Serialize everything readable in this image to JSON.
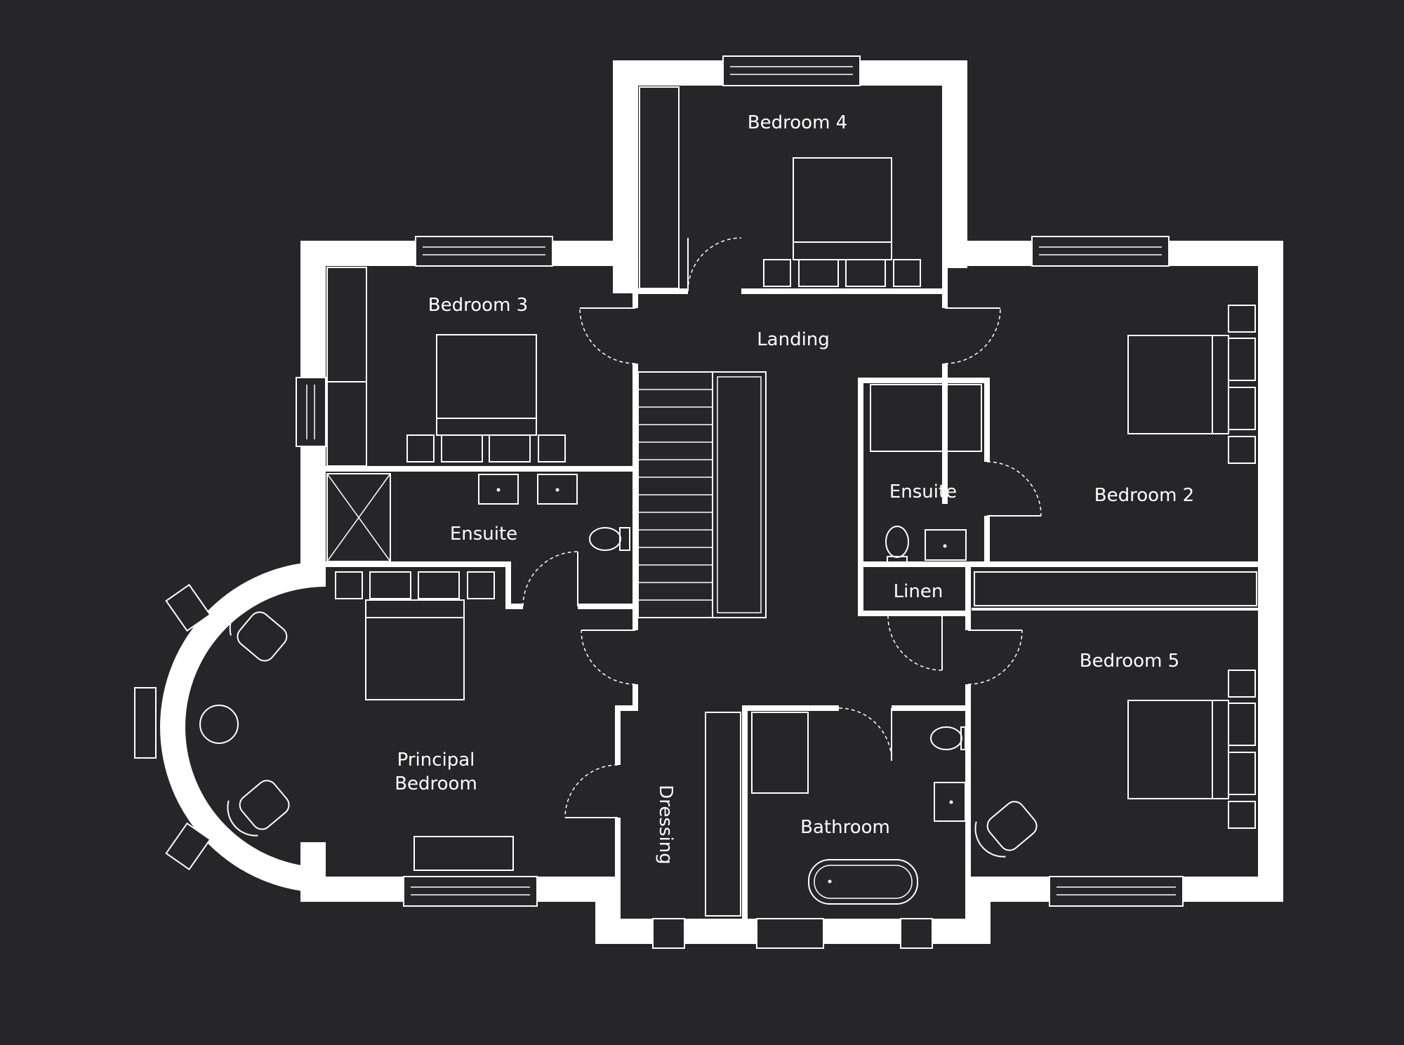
{
  "colors": {
    "background": "#262527",
    "ink": "#ffffff"
  },
  "rooms": {
    "bedroom4": "Bedroom 4",
    "bedroom3": "Bedroom 3",
    "landing": "Landing",
    "bedroom2": "Bedroom 2",
    "ensuite_left": "Ensuite",
    "ensuite_right": "Ensuite",
    "linen": "Linen",
    "bedroom5": "Bedroom 5",
    "principal_line1": "Principal",
    "principal_line2": "Bedroom",
    "dressing": "Dressing",
    "bathroom": "Bathroom"
  }
}
